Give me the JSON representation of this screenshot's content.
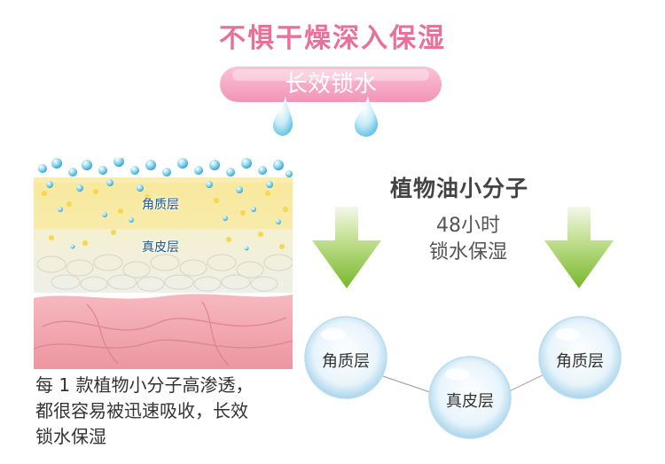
{
  "header": {
    "title": "不惧干燥深入保湿",
    "pill": "长效锁水"
  },
  "skin_diagram": {
    "layer_top": "角质层",
    "layer_mid": "真皮层"
  },
  "caption": {
    "line1": "每 1 款植物小分子高渗透，",
    "line2": "都很容易被迅速吸收，长效",
    "line3": "锁水保湿"
  },
  "right_panel": {
    "title": "植物油小分子",
    "hours": "48小时",
    "effect": "锁水保湿",
    "bubbles": [
      "角质层",
      "真皮层",
      "角质层"
    ]
  },
  "colors": {
    "title_pink": "#e8719a",
    "arrow_green": "#7fbe2d",
    "dermis_pink": "#f1a5ae",
    "droplet_blue": "#6cc6e6"
  },
  "icons": [
    "water-drop-icon",
    "down-arrow-icon"
  ]
}
